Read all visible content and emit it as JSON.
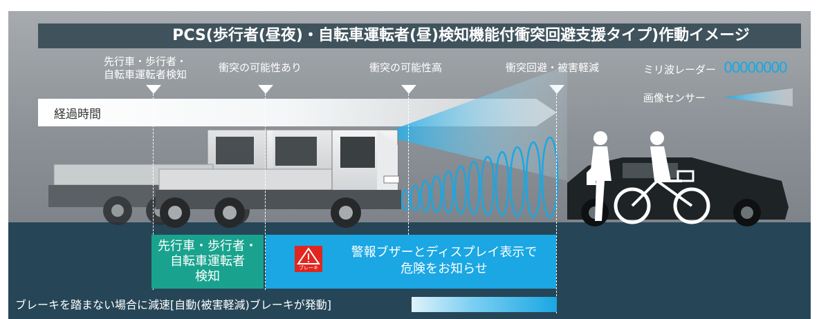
{
  "title": "PCS(歩行者(昼夜)・自転車運転者(昼)検知機能付衝突回避支援タイプ)作動イメージ",
  "stages": [
    {
      "line1": "先行車・歩行者・",
      "line2": "自転車運転者検知"
    },
    {
      "line1": "衝突の可能性あり",
      "line2": ""
    },
    {
      "line1": "衝突の可能性高",
      "line2": ""
    },
    {
      "line1": "衝突回避・被害軽減",
      "line2": ""
    }
  ],
  "time_axis_label": "経過時間",
  "legend": {
    "radar_label": "ミリ波レーダー",
    "radar_symbol": "00000000",
    "camera_label": "画像センサー"
  },
  "phases": {
    "detect": {
      "line1": "先行車・歩行者・",
      "line2": "自転車運転者",
      "line3": "検知"
    },
    "warning": {
      "line1": "警報ブザーとディスプレイ表示で",
      "line2": "危険をお知らせ",
      "icon_label": "ブレーキ"
    }
  },
  "brake_text": "ブレーキを踏まない場合に減速[自動(被害軽減)ブレーキが発動]",
  "colors": {
    "title_bg": "#40535d",
    "detect_box": "#19a38e",
    "warning_box": "#1aa7e3",
    "warning_icon": "#e0261f",
    "radar": "#1aa7e3",
    "ground": "#264657"
  }
}
